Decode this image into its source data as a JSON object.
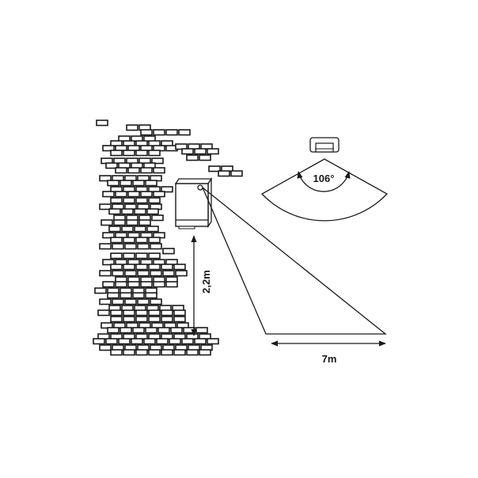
{
  "labels": {
    "height": "2,2m",
    "distance": "7m",
    "angle": "106°"
  },
  "colors": {
    "ink": "#1a1a1a",
    "background": "#ffffff"
  }
}
